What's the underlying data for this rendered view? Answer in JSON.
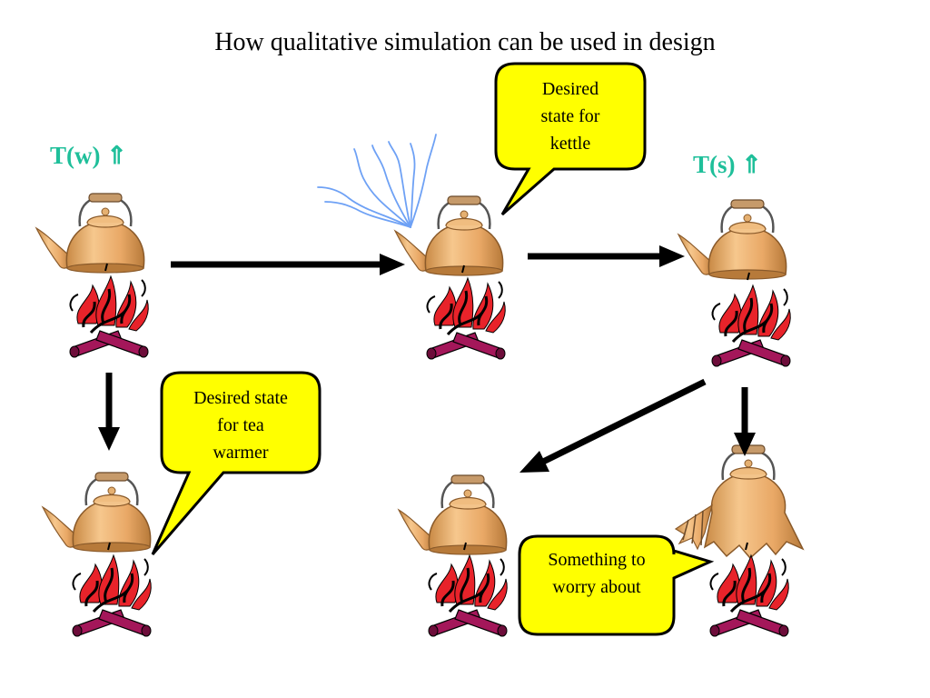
{
  "title": "How qualitative simulation can be used in design",
  "labels": {
    "water_temp": "T(w) ⇑",
    "stove_temp": "T(s) ⇑"
  },
  "callouts": {
    "kettle": [
      "Desired",
      "state for",
      "kettle"
    ],
    "tea_warmer": [
      "Desired state",
      "for tea",
      "warmer"
    ],
    "worry": [
      "Something to",
      "worry about"
    ]
  },
  "colors": {
    "label_teal": "#1fbf9a",
    "bubble_fill": "#ffff00",
    "steam_blue": "#6ea1f5",
    "kettle_copper": "#e6a764"
  },
  "icons": {
    "kettle": "kettle-icon",
    "fire": "campfire-icon",
    "steam": "steam-icon",
    "broken_kettle": "melted-kettle-icon"
  }
}
